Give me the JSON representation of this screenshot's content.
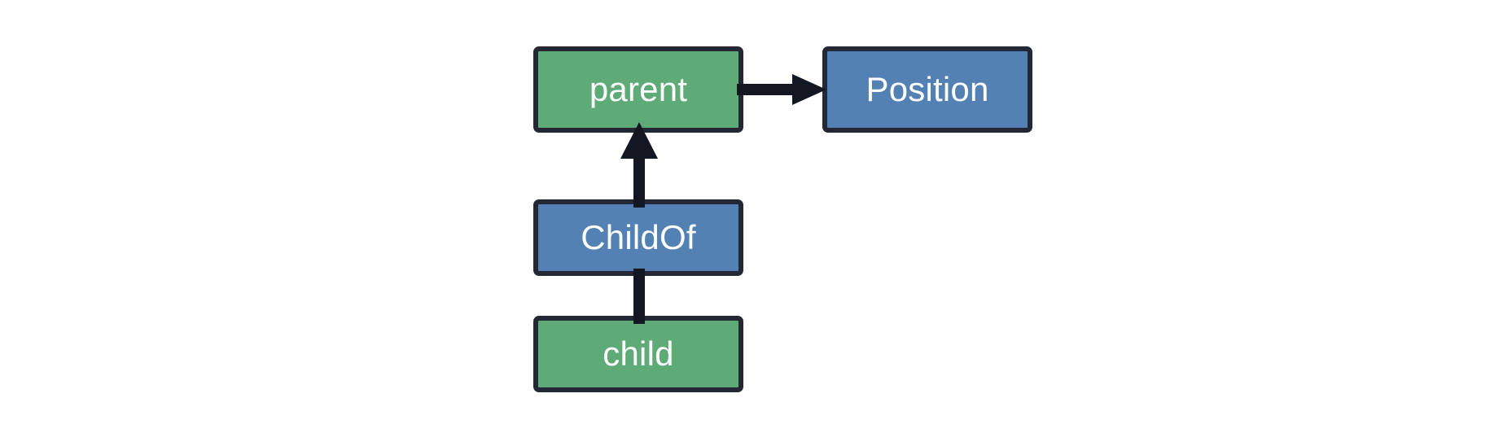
{
  "diagram": {
    "title": "entity-relationship-graph",
    "background_color": "#ffffff",
    "edge_color": "#131721",
    "border_color": "#232834",
    "label_color": "#ffffff",
    "entity_color": "#5FAB78",
    "component_color": "#5481B4",
    "nodes": [
      {
        "id": "parent",
        "label": "parent",
        "kind": "entity",
        "fill": "#5FAB78"
      },
      {
        "id": "position",
        "label": "Position",
        "kind": "component",
        "fill": "#5481B4"
      },
      {
        "id": "childof",
        "label": "ChildOf",
        "kind": "component",
        "fill": "#5481B4"
      },
      {
        "id": "child",
        "label": "child",
        "kind": "entity",
        "fill": "#5FAB78"
      }
    ],
    "edges": [
      {
        "id": "parent-position",
        "from": "parent",
        "to": "position",
        "direction": "right",
        "arrowhead": true
      },
      {
        "id": "childof-parent",
        "from": "childof",
        "to": "parent",
        "direction": "up",
        "arrowhead": true
      },
      {
        "id": "child-childof",
        "from": "child",
        "to": "childof",
        "direction": "up",
        "arrowhead": false
      }
    ]
  }
}
